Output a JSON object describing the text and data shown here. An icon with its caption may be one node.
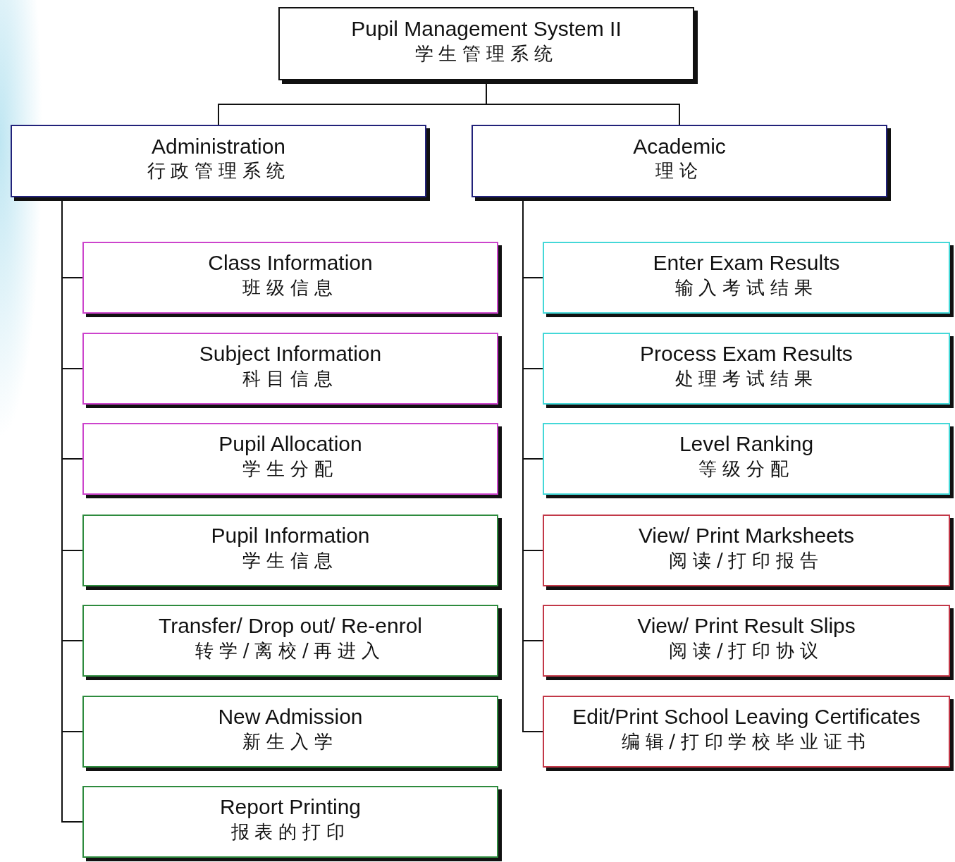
{
  "diagram": {
    "nodes": [
      {
        "text": [
          "Pupil Management System II",
          "学生管理系统"
        ]
      },
      {
        "text": [
          "Administration",
          "行政管理系统"
        ]
      },
      {
        "text": [
          "Academic",
          "理论"
        ]
      },
      {
        "text": [
          "Class Information",
          "班级信息"
        ]
      },
      {
        "text": [
          "Subject Information",
          "科目信息"
        ]
      },
      {
        "text": [
          "Pupil Allocation",
          "学生分配"
        ]
      },
      {
        "text": [
          "Pupil Information",
          "学生信息"
        ]
      },
      {
        "text": [
          "Transfer/ Drop out/ Re-enrol",
          "转学/离校/再进入"
        ]
      },
      {
        "text": [
          "New Admission",
          "新生入学"
        ]
      },
      {
        "text": [
          "Report Printing",
          "报表的打印"
        ]
      },
      {
        "text": [
          "Enter Exam Results",
          "输入考试结果"
        ]
      },
      {
        "text": [
          "Process Exam Results",
          "处理考试结果"
        ]
      },
      {
        "text": [
          "Level Ranking",
          "等级分配"
        ]
      },
      {
        "text": [
          "View/ Print Marksheets",
          "阅读/打印报告"
        ]
      },
      {
        "text": [
          "View/ Print Result Slips",
          "阅读/打印协议"
        ]
      },
      {
        "text": [
          "Edit/Print School Leaving Certificates",
          "编辑/打印学校毕业证书"
        ]
      }
    ],
    "edges": [
      {
        "from": 0,
        "to": 1,
        "arrow": "none"
      },
      {
        "from": 0,
        "to": 2,
        "arrow": "none"
      },
      {
        "from": 1,
        "to": 3,
        "arrow": "none"
      },
      {
        "from": 1,
        "to": 4,
        "arrow": "none"
      },
      {
        "from": 1,
        "to": 5,
        "arrow": "none"
      },
      {
        "from": 1,
        "to": 6,
        "arrow": "none"
      },
      {
        "from": 1,
        "to": 7,
        "arrow": "none"
      },
      {
        "from": 1,
        "to": 8,
        "arrow": "none"
      },
      {
        "from": 1,
        "to": 9,
        "arrow": "none"
      },
      {
        "from": 2,
        "to": 10,
        "arrow": "none"
      },
      {
        "from": 2,
        "to": 11,
        "arrow": "none"
      },
      {
        "from": 2,
        "to": 12,
        "arrow": "none"
      },
      {
        "from": 2,
        "to": 13,
        "arrow": "none"
      },
      {
        "from": 2,
        "to": 14,
        "arrow": "none"
      },
      {
        "from": 2,
        "to": 15,
        "arrow": "none"
      }
    ]
  }
}
